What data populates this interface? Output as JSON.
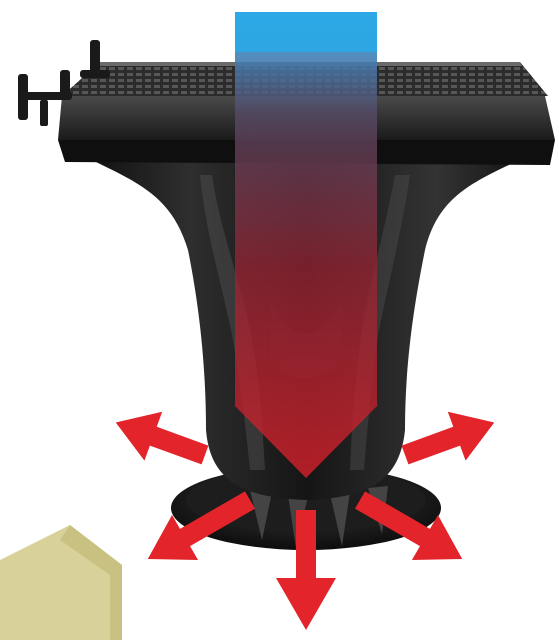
{
  "illustration": {
    "subject": "planter-with-grated-top",
    "colors": {
      "background": "#ffffff",
      "body_dark": "#141414",
      "body_mid": "#2b2b2b",
      "body_highlight": "#5a5a5a",
      "grate": "#3a3a3a",
      "flow_top": "#2aa9e6",
      "flow_bottom": "#d3202a",
      "arrow_red": "#e3242b",
      "ground_block": "#d8d29a"
    },
    "outward_arrows": [
      {
        "direction": "upper-left"
      },
      {
        "direction": "upper-right"
      },
      {
        "direction": "lower-left"
      },
      {
        "direction": "lower-right"
      },
      {
        "direction": "down"
      }
    ]
  }
}
